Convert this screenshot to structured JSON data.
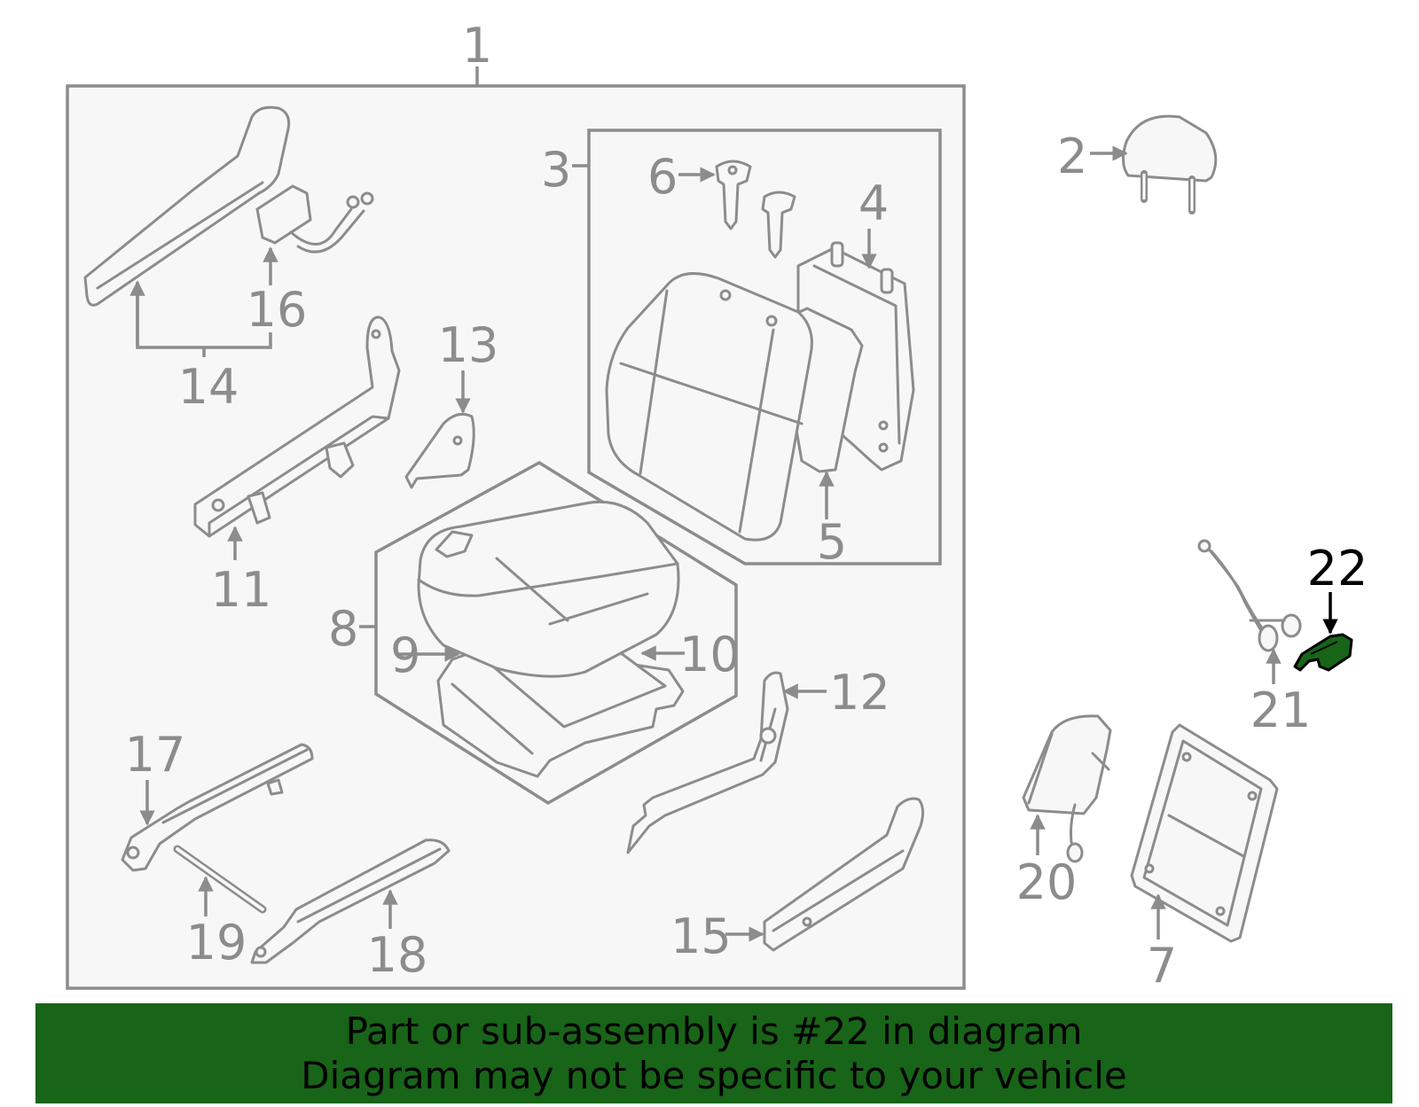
{
  "diagram": {
    "callouts": {
      "c1": "1",
      "c2": "2",
      "c3": "3",
      "c4": "4",
      "c5": "5",
      "c6": "6",
      "c7": "7",
      "c8": "8",
      "c9": "9",
      "c10": "10",
      "c11": "11",
      "c12": "12",
      "c13": "13",
      "c14": "14",
      "c15": "15",
      "c16": "16",
      "c17": "17",
      "c18": "18",
      "c19": "19",
      "c20": "20",
      "c21": "21",
      "c22": "22"
    },
    "highlighted_part": "22",
    "colors": {
      "line": "#8c8c8c",
      "highlight": "#186418",
      "box_fill": "#f7f7f7"
    }
  },
  "banner": {
    "line1": "Part or sub-assembly is #22 in diagram",
    "line2": "Diagram may not be specific to your vehicle"
  }
}
